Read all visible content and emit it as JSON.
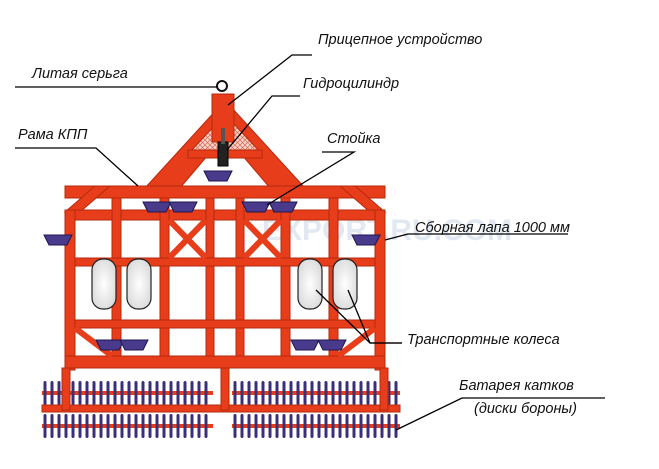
{
  "labels": {
    "hitch": "Прицепное устройство",
    "cast_earring": "Литая серьга",
    "hydro_cylinder": "Гидроцилиндр",
    "frame": "Рама КПП",
    "post": "Стойка",
    "paw": "Сборная лапа 1000 мм",
    "wheels": "Транспортные колеса",
    "rollers_1": "Батарея катков",
    "rollers_2": "(диски бороны)"
  },
  "watermark": "EXPORT.RU.COM",
  "colors": {
    "frame": "#e83d1a",
    "frame_stroke": "#b52a0e",
    "paw": "#4a3a8c",
    "disc": "#3b2f7a",
    "line": "#000000"
  }
}
